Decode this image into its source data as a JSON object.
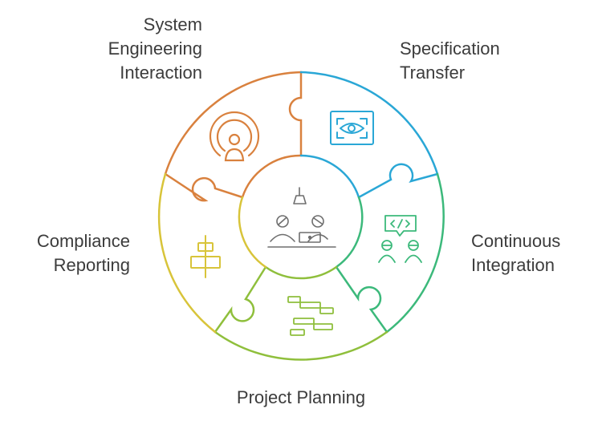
{
  "segments": [
    {
      "id": "system-engineering-interaction",
      "label": "System\nEngineering\nInteraction",
      "color": "#d9813e",
      "icon": "radar-person-icon"
    },
    {
      "id": "specification-transfer",
      "label": "Specification\nTransfer",
      "color": "#2aa7d6",
      "icon": "eye-scan-icon"
    },
    {
      "id": "continuous-integration",
      "label": "Continuous\nIntegration",
      "color": "#3cb97b",
      "icon": "code-team-icon"
    },
    {
      "id": "project-planning",
      "label": "Project Planning",
      "color": "#8fbf3c",
      "icon": "gantt-chart-icon"
    },
    {
      "id": "compliance-reporting",
      "label": "Compliance\nReporting",
      "color": "#d8c43a",
      "icon": "align-center-icon"
    }
  ],
  "center": {
    "icon": "team-meeting-icon",
    "color": "#6e6e6e"
  }
}
